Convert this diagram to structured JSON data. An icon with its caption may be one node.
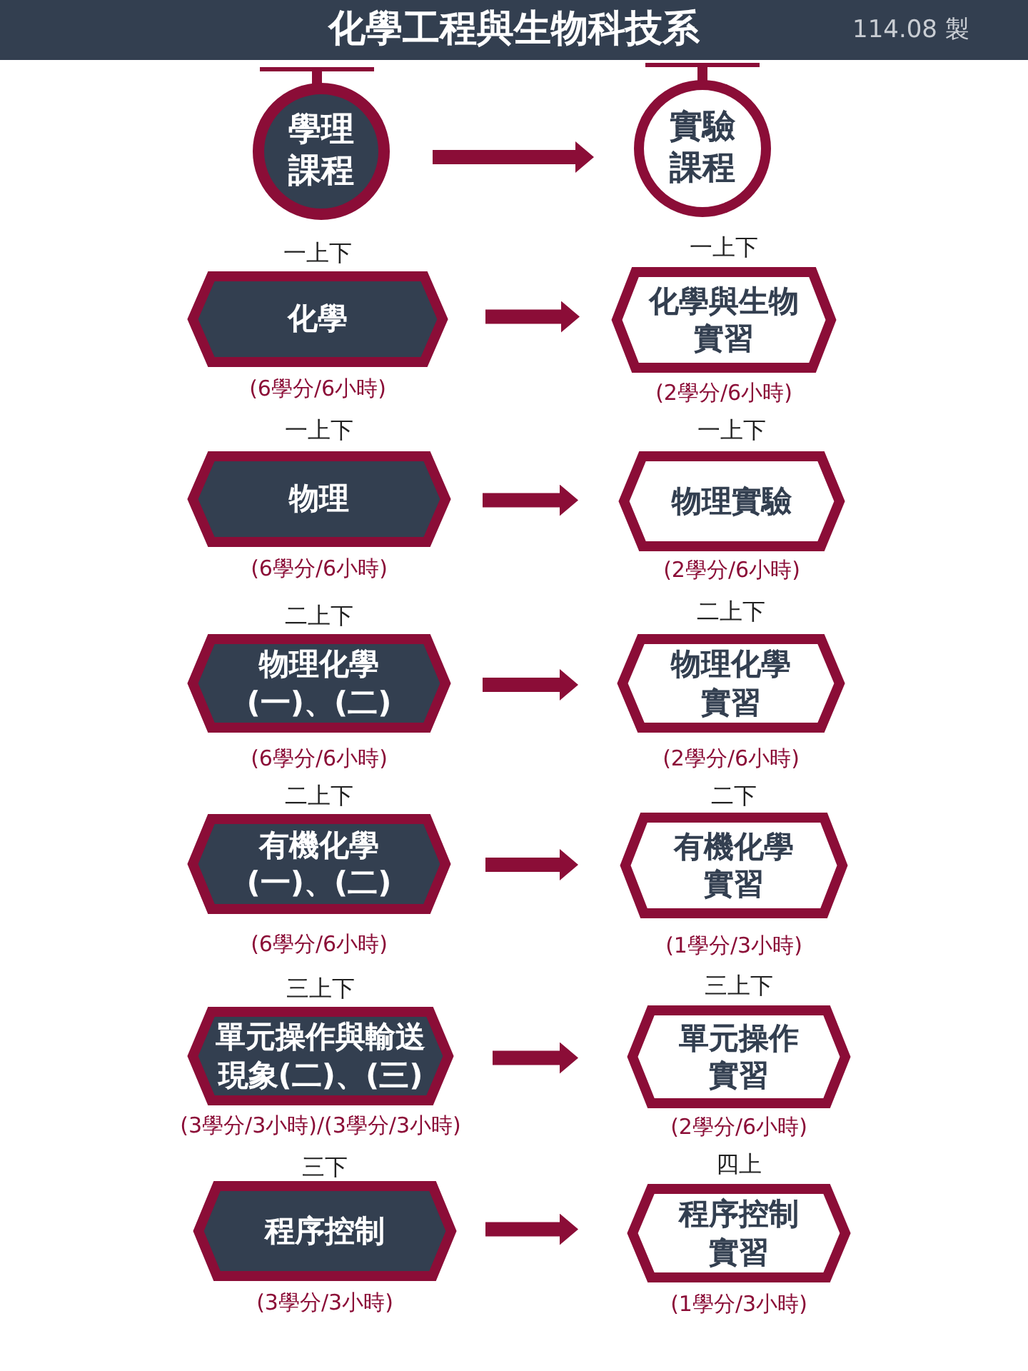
{
  "diagram": {
    "title": "化學工程與生物科技系",
    "nodes": [
      {
        "text": [
          "學理課程"
        ]
      },
      {
        "text": [
          "實驗課程"
        ]
      },
      {
        "text": [
          "化學"
        ],
        "beside": [
          "一上下",
          "(6學分/6小時)"
        ]
      },
      {
        "text": [
          "化學與生物實習"
        ],
        "beside": [
          "一上下",
          "(2學分/6小時)"
        ]
      },
      {
        "text": [
          "物理"
        ],
        "beside": [
          "一上下",
          "(6學分/6小時)"
        ]
      },
      {
        "text": [
          "物理實驗"
        ],
        "beside": [
          "一上下",
          "(2學分/6小時)"
        ]
      },
      {
        "text": [
          "物理化學(一)、(二)"
        ],
        "beside": [
          "二上下",
          "(6學分/6小時)"
        ]
      },
      {
        "text": [
          "物理化學實習"
        ],
        "beside": [
          "二上下",
          "(2學分/6小時)"
        ]
      },
      {
        "text": [
          "有機化學(一)、(二)"
        ],
        "beside": [
          "二上下",
          "(6學分/6小時)"
        ]
      },
      {
        "text": [
          "有機化學實習"
        ],
        "beside": [
          "二下",
          "(1學分/3小時)"
        ]
      },
      {
        "text": [
          "單元操作與輸送現象(二)、(三)"
        ],
        "beside": [
          "三上下",
          "(3學分/3小時)/(3學分/3小時)"
        ]
      },
      {
        "text": [
          "單元操作實習"
        ],
        "beside": [
          "三上下",
          "(2學分/6小時)"
        ]
      },
      {
        "text": [
          "程序控制"
        ],
        "beside": [
          "三下",
          "(3學分/3小時)"
        ]
      },
      {
        "text": [
          "程序控制實習"
        ],
        "beside": [
          "四上",
          "(1學分/3小時)"
        ]
      }
    ],
    "edges": [
      {
        "from": 0,
        "to": 1,
        "arrow": "to"
      },
      {
        "from": 2,
        "to": 3,
        "arrow": "to"
      },
      {
        "from": 4,
        "to": 5,
        "arrow": "to"
      },
      {
        "from": 6,
        "to": 7,
        "arrow": "to"
      },
      {
        "from": 8,
        "to": 9,
        "arrow": "to"
      },
      {
        "from": 10,
        "to": 11,
        "arrow": "to"
      },
      {
        "from": 12,
        "to": 13,
        "arrow": "to"
      }
    ],
    "labels": [
      "114.08 製"
    ]
  }
}
